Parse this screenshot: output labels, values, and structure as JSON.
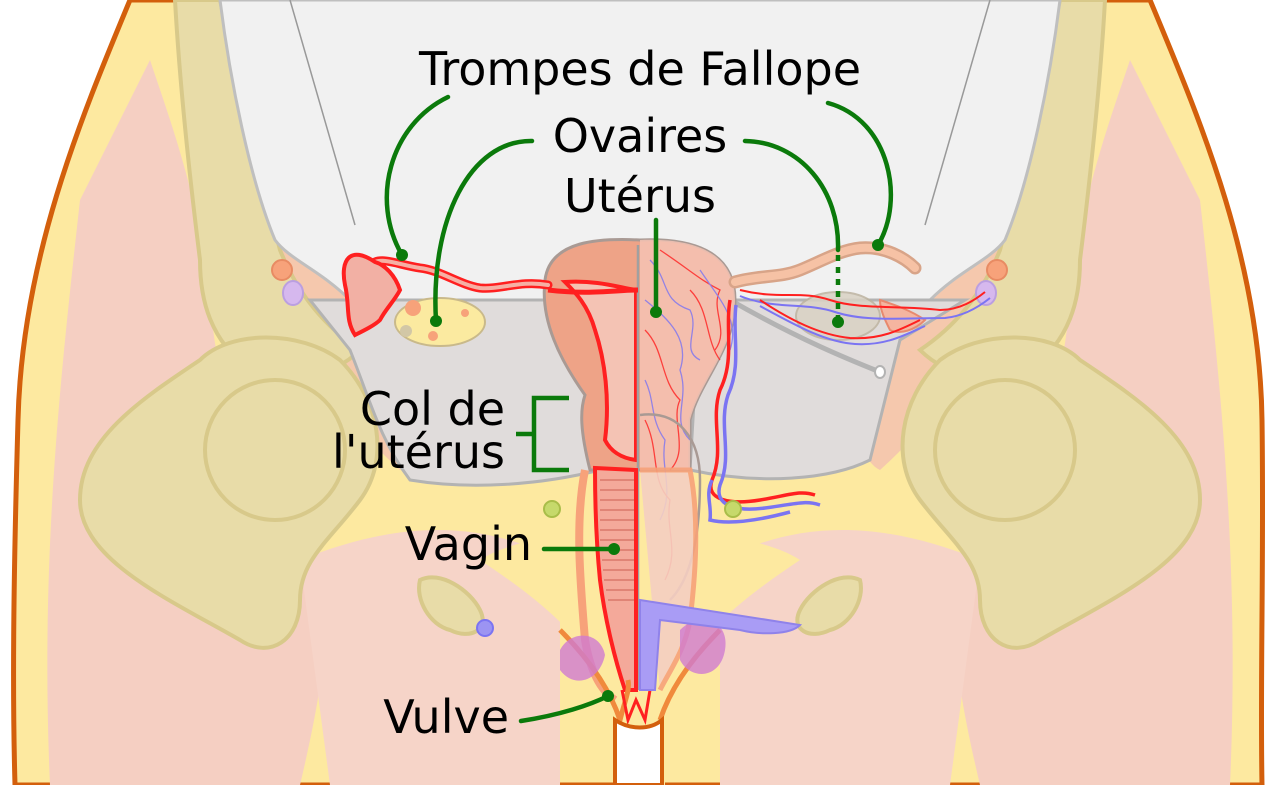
{
  "labels": {
    "fallopian_tubes": "Trompes de Fallope",
    "ovaries": "Ovaires",
    "uterus": "Utérus",
    "cervix_line1": "Col de",
    "cervix_line2": "l'utérus",
    "vagina": "Vagin",
    "vulva": "Vulve"
  },
  "colors": {
    "leader_green": "#0b7a0b",
    "skin_yellow": "#fde9a0",
    "body_outline": "#d35f0c",
    "muscle_pink": "#f5cfc2",
    "bone": "#e8dca8",
    "bone_outline": "#d8c98a",
    "pelvic_cavity": "#f1f1f1",
    "peritoneum": "#e0dcdb",
    "uterus_wall": "#eea387",
    "uterus_cavity": "#f4c3b4",
    "vessel_red": "#ff2020",
    "vessel_blue": "#7b74f2",
    "ovary": "#fbeaa0",
    "bladder_violet": "#a99cf5",
    "clitoris_pink": "#cf7bd1"
  },
  "icons": {
    "leader_endpoint": "green-dot",
    "cervix_bracket": "green-bracket"
  }
}
